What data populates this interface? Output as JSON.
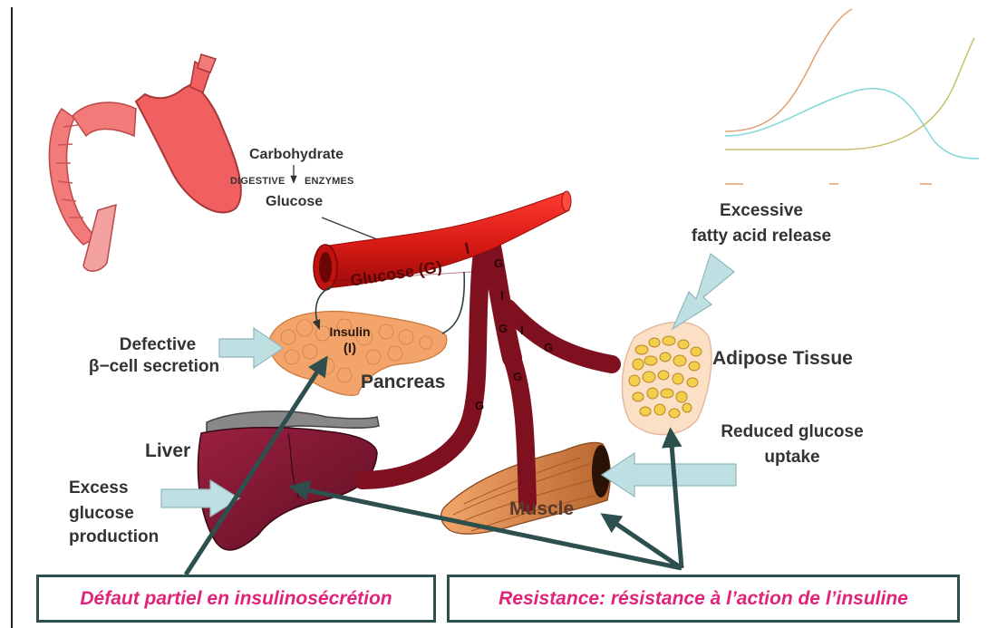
{
  "labels": {
    "carbohydrate": "Carbohydrate",
    "digestive": "DIGESTIVE",
    "enzymes": "ENZYMES",
    "glucose": "Glucose",
    "glucose_vessel": "Glucose (G)",
    "insulin": "Insulin",
    "insulin_symbol": "(I)",
    "pancreas": "Pancreas",
    "defective_line1": "Defective",
    "defective_line2": "β−cell secretion",
    "liver": "Liver",
    "excess_line1": "Excess",
    "excess_line2": "glucose",
    "excess_line3": "production",
    "muscle": "Muscle",
    "reduced_line1": "Reduced glucose",
    "reduced_line2": "uptake",
    "adipose": "Adipose Tissue",
    "fatty_line1": "Excessive",
    "fatty_line2": "fatty acid release",
    "vessel_g": "G",
    "vessel_i": "I"
  },
  "captions": {
    "left": "Défaut partiel en insulinosécrétion",
    "right": "Resistance: résistance à l’action de l’insuline"
  },
  "colors": {
    "caption_text": "#e0247a",
    "caption_border": "#2d4f4d",
    "dark_arrow": "#2d4f4d",
    "callout_arrow": "#bfe0e3",
    "vessel_red": "#e0201c",
    "vessel_dark": "#7e1020",
    "liver": "#7a1530",
    "pancreas": "#f2a46a",
    "muscle": "#d98a4c",
    "adipose": "#f3cf4c",
    "stomach": "#f06060"
  },
  "inset_curves": [
    "orange-curve",
    "cyan-curve",
    "olive-curve"
  ]
}
